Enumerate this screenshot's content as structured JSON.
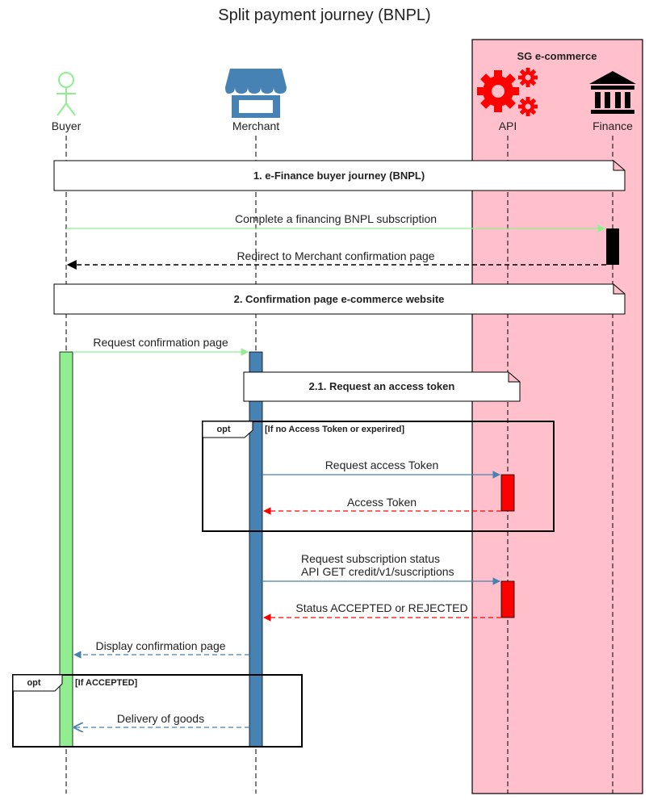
{
  "title": "Split payment journey (BNPL)",
  "group": {
    "label": "SG e-commerce",
    "color": "#ffc0cb"
  },
  "actors": {
    "buyer": {
      "label": "Buyer",
      "icon": "stick-figure-icon",
      "color": "#90ee90"
    },
    "merchant": {
      "label": "Merchant",
      "icon": "storefront-icon",
      "color": "#4682b4"
    },
    "api": {
      "label": "API",
      "icon": "gears-icon",
      "color": "#ff0000"
    },
    "finance": {
      "label": "Finance",
      "icon": "bank-icon",
      "color": "#000000"
    }
  },
  "notes": {
    "n1": "1. e-Finance buyer journey (BNPL)",
    "n2": "2. Confirmation page e-commerce website",
    "n3": "2.1. Request an access token"
  },
  "frames": {
    "f1": {
      "tag": "opt",
      "condition": "[If no Access Token or experired]"
    },
    "f2": {
      "tag": "opt",
      "condition": "[If ACCEPTED]"
    }
  },
  "messages": {
    "m1": "Complete a financing BNPL subscription",
    "m2": "Redirect to Merchant confirmation page",
    "m3": "Request confirmation page",
    "m4": "Request access Token",
    "m5": "Access Token",
    "m6_line1": "Request subscription status",
    "m6_line2": "API GET credit/v1/suscriptions",
    "m7": "Status ACCEPTED or REJECTED",
    "m8": "Display confirmation page",
    "m9": "Delivery of goods"
  }
}
